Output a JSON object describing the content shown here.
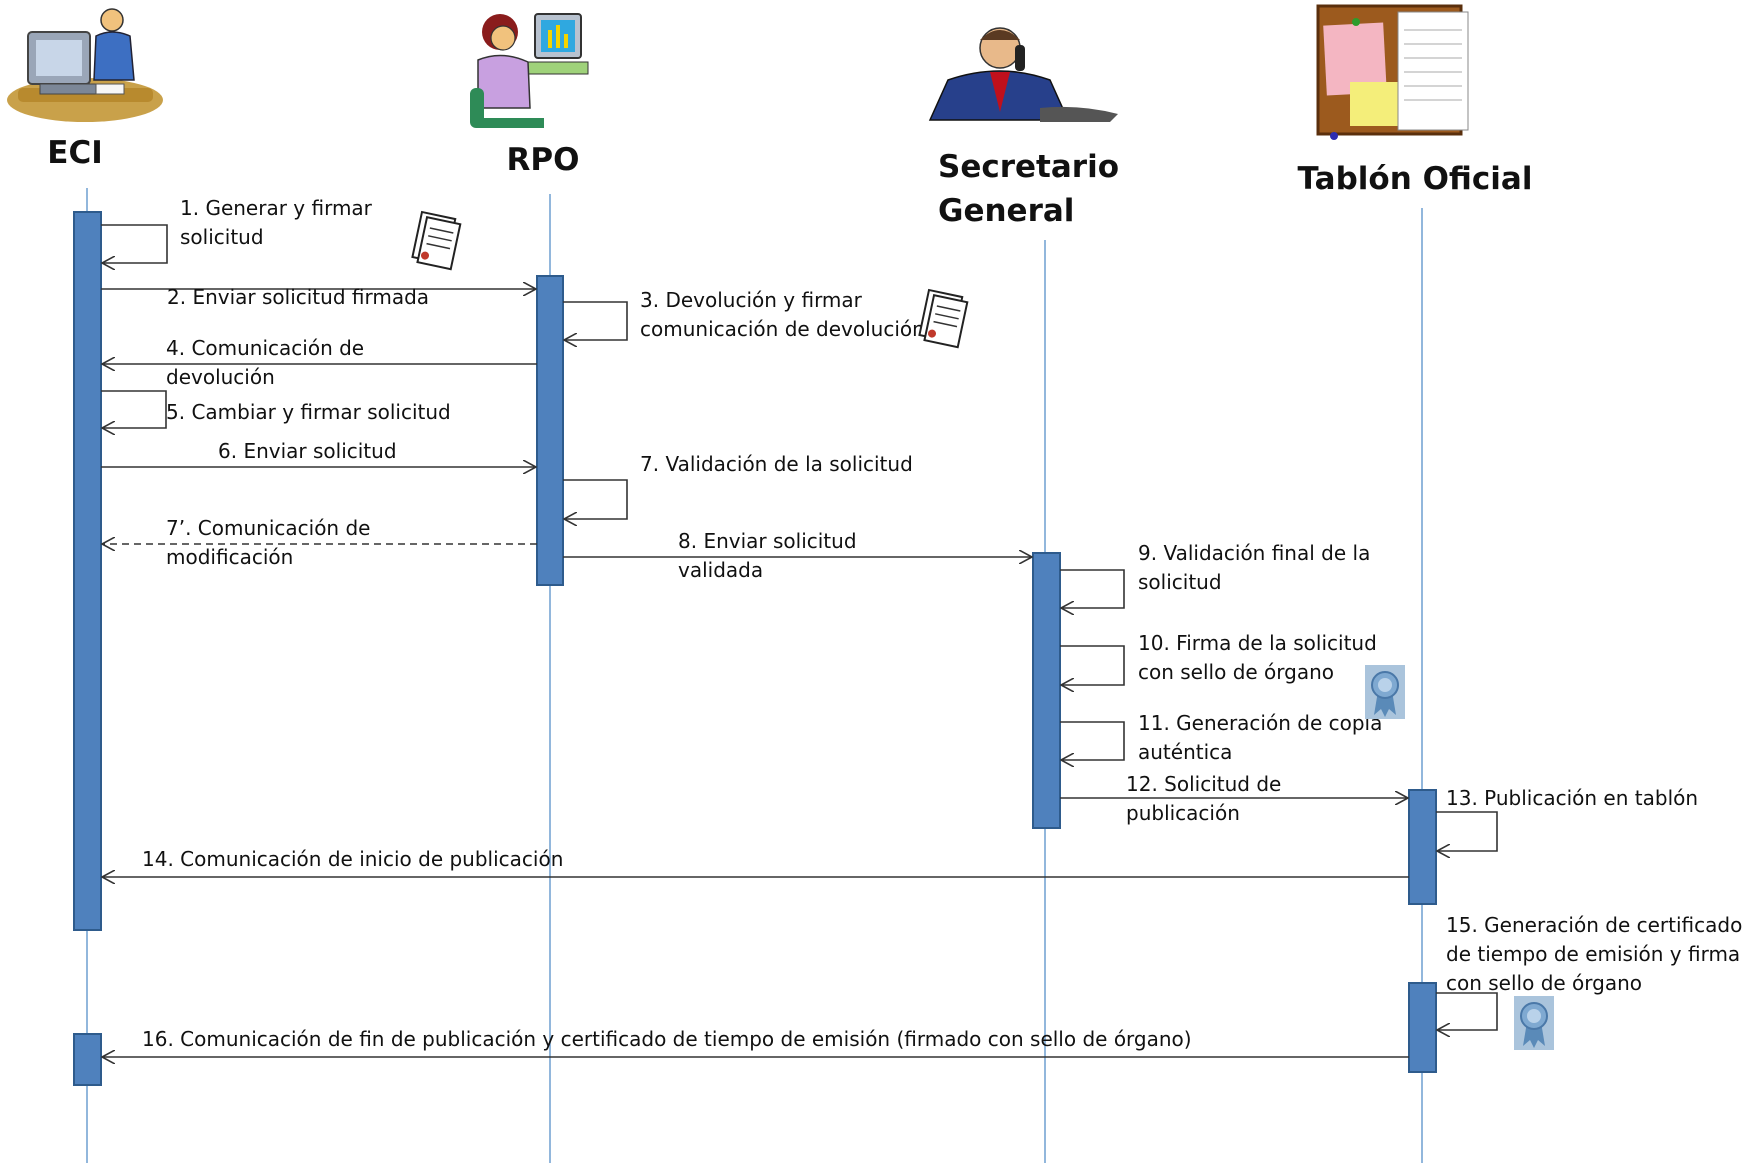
{
  "actors": [
    {
      "id": "eci",
      "title_lines": [
        "ECI"
      ],
      "icon": "person-at-computer-icon"
    },
    {
      "id": "rpo",
      "title_lines": [
        "RPO"
      ],
      "icon": "woman-at-computer-icon"
    },
    {
      "id": "sg",
      "title_lines": [
        "Secretario",
        "General"
      ],
      "icon": "man-on-phone-icon"
    },
    {
      "id": "tablon",
      "title_lines": [
        "Tablón Oficial"
      ],
      "icon": "notice-board-icon"
    }
  ],
  "messages": [
    {
      "id": "m1",
      "lines": [
        "1. Generar y firmar",
        "solicitud"
      ]
    },
    {
      "id": "m2",
      "lines": [
        "2. Enviar solicitud firmada"
      ]
    },
    {
      "id": "m3",
      "lines": [
        "3. Devolución y firmar",
        "comunicación de devolución"
      ]
    },
    {
      "id": "m4",
      "lines": [
        "4. Comunicación de",
        "devolución"
      ]
    },
    {
      "id": "m5",
      "lines": [
        "5. Cambiar y firmar solicitud"
      ]
    },
    {
      "id": "m6",
      "lines": [
        "6. Enviar solicitud"
      ]
    },
    {
      "id": "m7",
      "lines": [
        "7. Validación de la solicitud"
      ]
    },
    {
      "id": "m7b",
      "lines": [
        "7’. Comunicación de",
        "modificación"
      ]
    },
    {
      "id": "m8",
      "lines": [
        "8. Enviar solicitud",
        "validada"
      ]
    },
    {
      "id": "m9",
      "lines": [
        "9. Validación  final de la",
        "solicitud"
      ]
    },
    {
      "id": "m10",
      "lines": [
        "10. Firma de la solicitud",
        "con sello de órgano"
      ]
    },
    {
      "id": "m11",
      "lines": [
        "11. Generación de copia",
        "auténtica"
      ]
    },
    {
      "id": "m12",
      "lines": [
        "12. Solicitud de",
        "publicación"
      ]
    },
    {
      "id": "m13",
      "lines": [
        "13. Publicación en tablón"
      ]
    },
    {
      "id": "m14",
      "lines": [
        "14. Comunicación de inicio de publicación"
      ]
    },
    {
      "id": "m15",
      "lines": [
        "15. Generación de certificado",
        "de tiempo de emisión y firma",
        "con sello de órgano"
      ]
    },
    {
      "id": "m16",
      "lines": [
        "16. Comunicación de fin de publicación y certificado de tiempo de emisión (firmado con sello de órgano)"
      ]
    }
  ],
  "icons": {
    "signed_document": "signed-document-icon",
    "seal": "seal-ribbon-icon"
  },
  "colors": {
    "activation": "#4f81bd",
    "lifeline": "#6e9fd0",
    "arrow": "#333333"
  }
}
